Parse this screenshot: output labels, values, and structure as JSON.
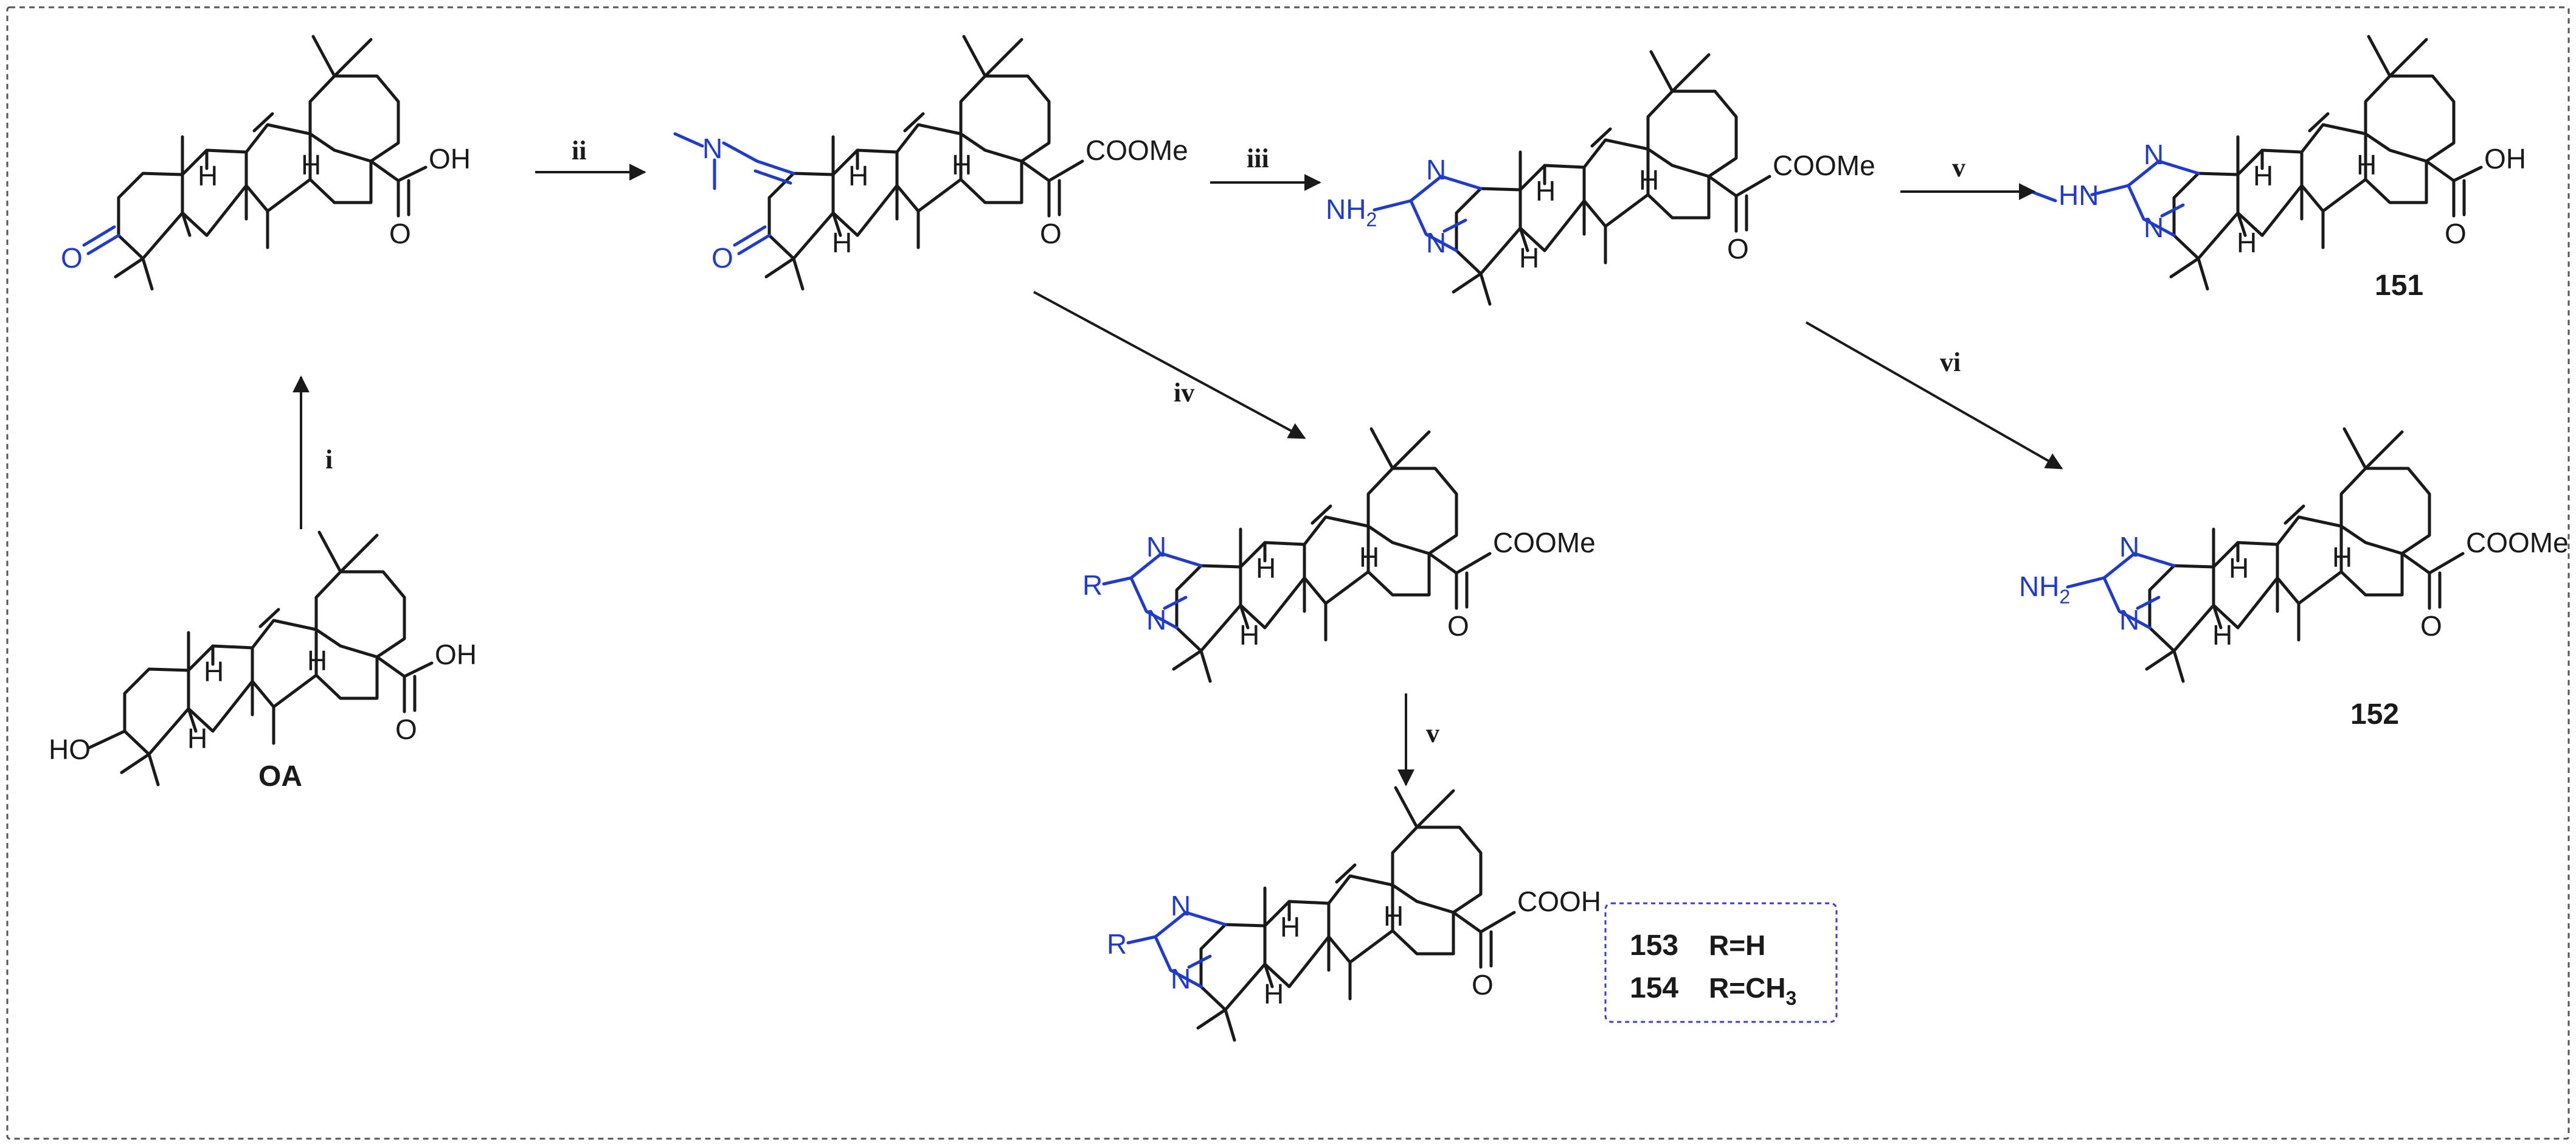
{
  "reagents": {
    "i": "i",
    "ii": "ii",
    "iii": "iii",
    "iv": "iv",
    "v": "v",
    "vi": "vi"
  },
  "compound_labels": {
    "oa": "OA",
    "c151": "151",
    "c152": "152"
  },
  "atoms": {
    "oh": "OH",
    "h": "H",
    "o": "O",
    "ho": "HO",
    "n": "N",
    "r": "R",
    "cooh": "COOH",
    "coome": "COOMe",
    "nh2": "NH",
    "sub2": "2",
    "hn": "HN"
  },
  "legend": [
    {
      "number": "153",
      "r_group": "R=H",
      "sub": ""
    },
    {
      "number": "154",
      "r_group": "R=CH",
      "sub": "3"
    }
  ]
}
